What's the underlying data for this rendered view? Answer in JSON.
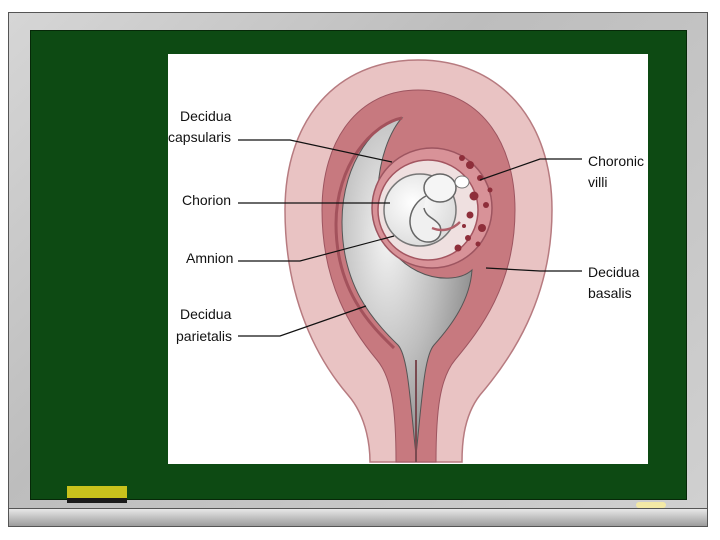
{
  "labels": {
    "decidua_capsularis_1": "Decidua",
    "decidua_capsularis_2": "capsularis",
    "chorion": "Chorion",
    "amnion": "Amnion",
    "decidua_parietalis_1": "Decidua",
    "decidua_parietalis_2": "parietalis",
    "chorionic_villi_1": "Choronic",
    "chorionic_villi_2": "villi",
    "decidua_basalis_1": "Decidua",
    "decidua_basalis_2": "basalis"
  },
  "colors": {
    "board_green": "#0d4a13",
    "uterine_wall": "#e9c3c3",
    "decidua": "#c7797f",
    "uterine_cavity": "#9a9a9a",
    "eraser_yellow": "#c9c21c"
  }
}
